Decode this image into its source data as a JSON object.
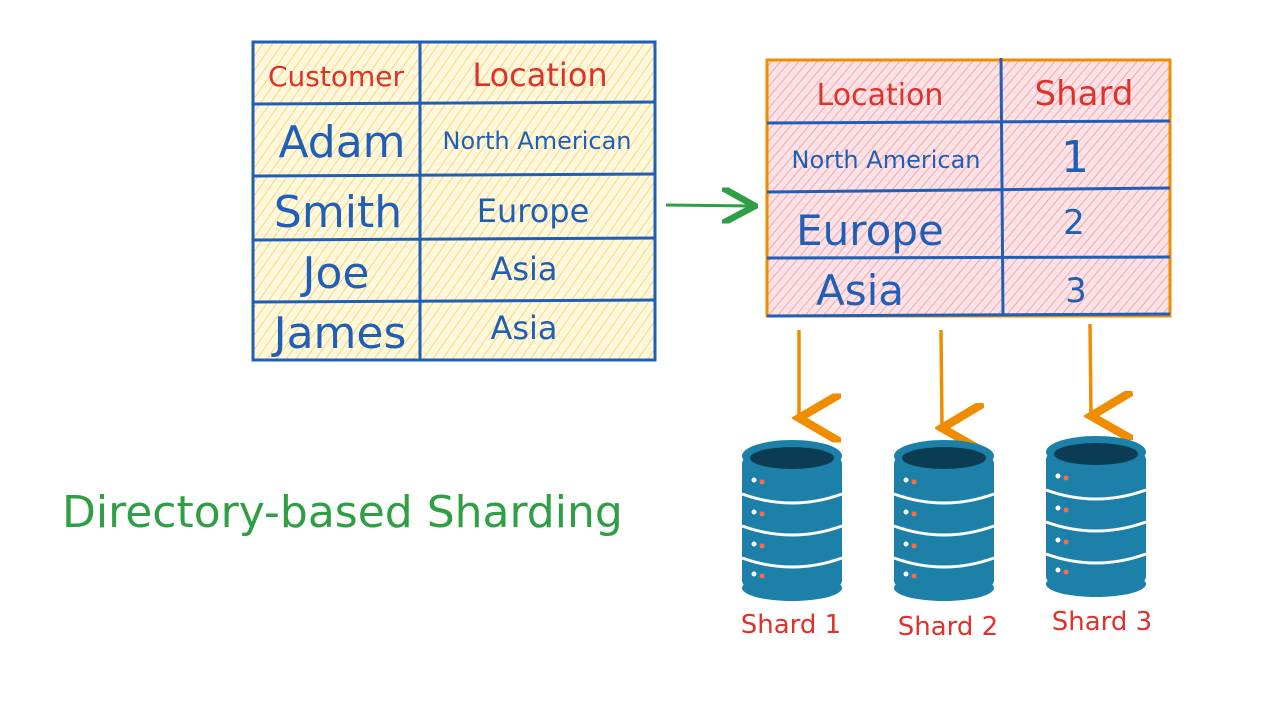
{
  "title": "Directory-based Sharding",
  "customer_table": {
    "headers": [
      "Customer",
      "Location"
    ],
    "rows": [
      [
        "Adam",
        "North American"
      ],
      [
        "Smith",
        "Europe"
      ],
      [
        "Joe",
        "Asia"
      ],
      [
        "James",
        "Asia"
      ]
    ]
  },
  "lookup_table": {
    "headers": [
      "Location",
      "Shard"
    ],
    "rows": [
      [
        "North American",
        "1"
      ],
      [
        "Europe",
        "2"
      ],
      [
        "Asia",
        "3"
      ]
    ]
  },
  "shards": [
    {
      "label": "Shard 1"
    },
    {
      "label": "Shard 2"
    },
    {
      "label": "Shard 3"
    }
  ],
  "colors": {
    "table_border": "#1f5fb8",
    "text_blue": "#1f5fb8",
    "header_red": "#e0312b",
    "yellow_fill": "#fde9a6",
    "pink_fill": "#f6b9c0",
    "orange": "#f08c00",
    "green": "#2f9e44",
    "db_body": "#1c80a8",
    "db_top": "#0a3d54"
  }
}
